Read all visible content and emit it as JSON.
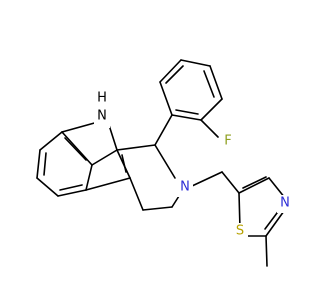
{
  "molecule": {
    "atoms": {
      "F": {
        "text": "F",
        "color": "#8fa020"
      },
      "NH": {
        "text": "H\nN",
        "line1": "H",
        "line2": "N",
        "color": "#000000"
      },
      "N2": {
        "text": "N",
        "color": "#2c2cd6"
      },
      "N3": {
        "text": "N",
        "color": "#2c2cd6"
      },
      "S": {
        "text": "S",
        "color": "#b7a200"
      }
    }
  }
}
